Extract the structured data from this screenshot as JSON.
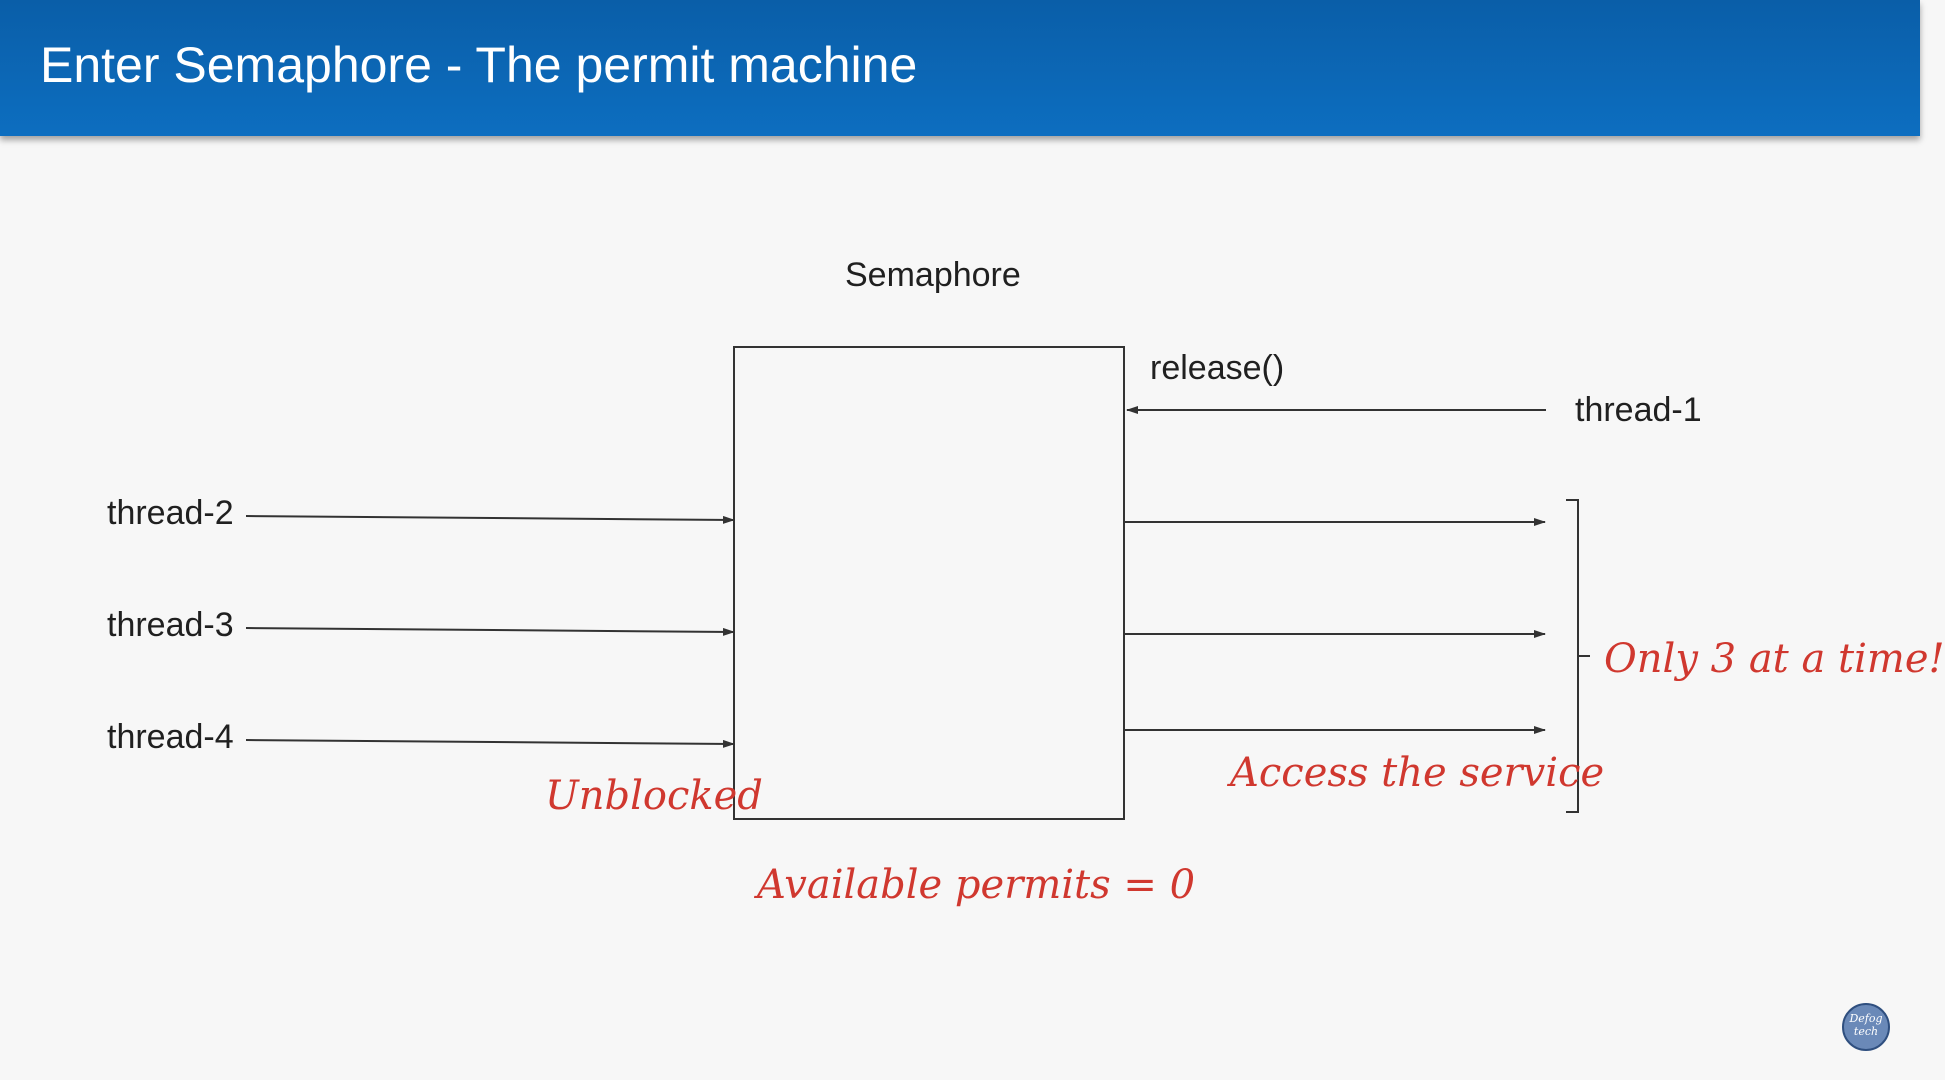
{
  "header": {
    "title": "Enter Semaphore - The permit machine"
  },
  "diagram": {
    "semaphore_label": "Semaphore",
    "release_label": "release()",
    "thread_1": "thread-1",
    "thread_2": "thread-2",
    "thread_3": "thread-3",
    "thread_4": "thread-4"
  },
  "notes": {
    "unblocked": "Unblocked",
    "access": "Access the service",
    "only_three": "Only 3 at a time!",
    "permits": "Available permits = 0"
  },
  "logo": {
    "line1": "Defog",
    "line2": "tech"
  },
  "colors": {
    "header": "#0d6ec0",
    "annotation": "#d0382f",
    "ink": "#202020"
  },
  "icons": {
    "logo": "defog-tech-logo-icon"
  }
}
